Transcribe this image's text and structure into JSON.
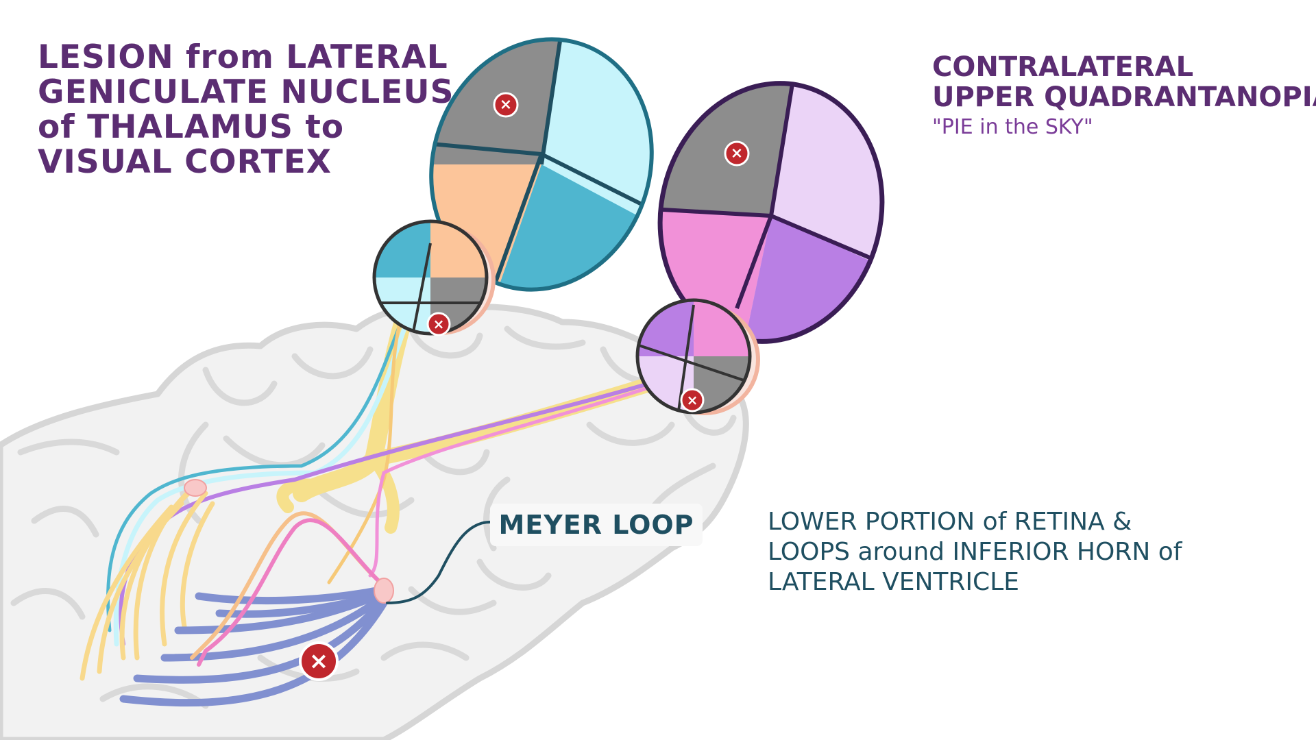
{
  "title": {
    "line1": "LESION from LATERAL",
    "line2": "GENICULATE NUCLEUS",
    "line3": "of THALAMUS to",
    "line4": "VISUAL CORTEX"
  },
  "result": {
    "line1": "CONTRALATERAL",
    "line2": "UPPER QUADRANTANOPIA",
    "nickname": "\"PIE in the SKY\""
  },
  "callout": {
    "label": "MEYER LOOP",
    "line1": "LOWER PORTION of RETINA &",
    "line2": "LOOPS around INFERIOR HORN of",
    "line3": "LATERAL VENTRICLE"
  },
  "lesion_marker": "×",
  "colors": {
    "title": "#5b2d72",
    "callout": "#1f4f61",
    "lesion": "#c0272d",
    "left_eye_dark": "#4fb6cf",
    "left_eye_light": "#c7f4fb",
    "left_eye_orange": "#fcc59a",
    "right_eye_dark": "#b97fe4",
    "right_eye_light": "#ebd4f7",
    "right_eye_pink": "#f191d8",
    "lost_quadrant": "#8d8d8d",
    "meyer_loop": "#8190d0",
    "optic_tract": "#f6e08c"
  }
}
